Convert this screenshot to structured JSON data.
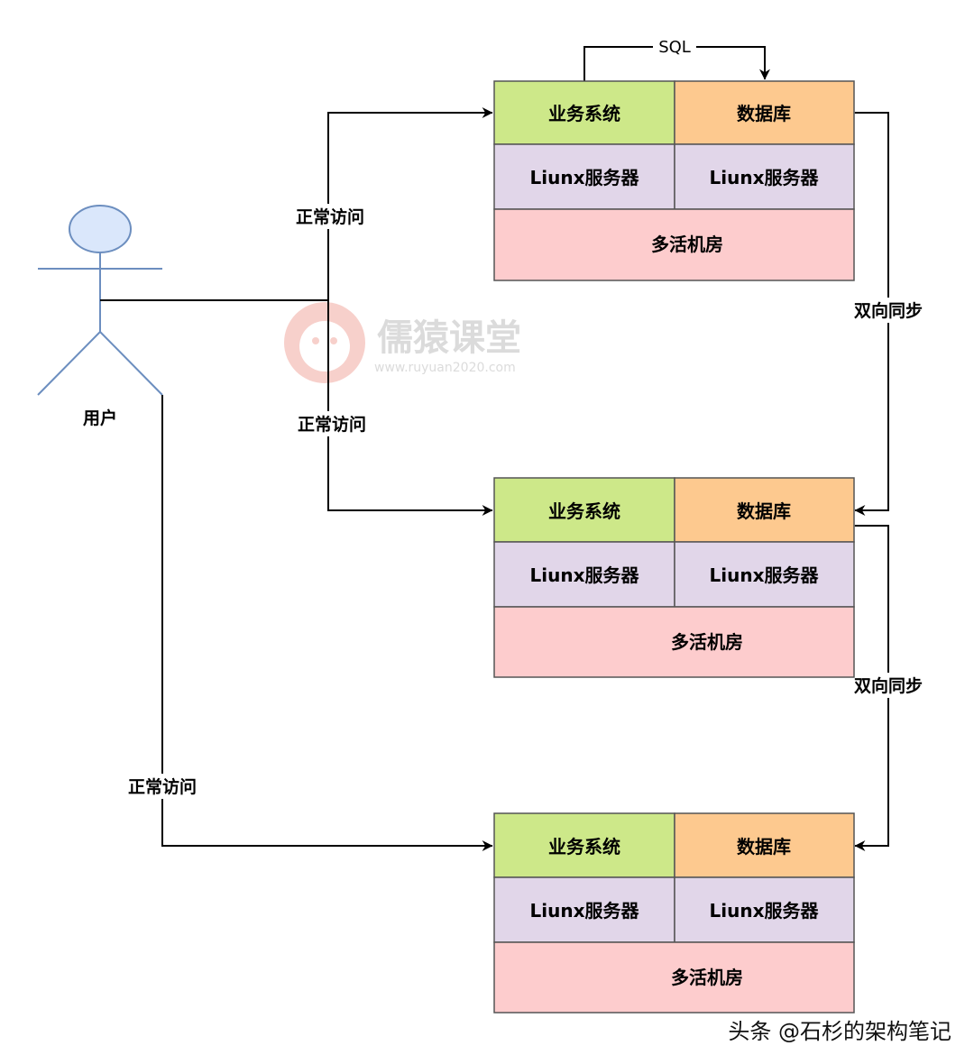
{
  "user": {
    "label": "用户"
  },
  "datacenters": [
    {
      "app": "业务系统",
      "db": "数据库",
      "server_left": "Liunx服务器",
      "server_right": "Liunx服务器",
      "room": "多活机房"
    },
    {
      "app": "业务系统",
      "db": "数据库",
      "server_left": "Liunx服务器",
      "server_right": "Liunx服务器",
      "room": "多活机房"
    },
    {
      "app": "业务系统",
      "db": "数据库",
      "server_left": "Liunx服务器",
      "server_right": "Liunx服务器",
      "room": "多活机房"
    }
  ],
  "edges": {
    "sql": "SQL",
    "access_1": "正常访问",
    "access_2": "正常访问",
    "access_3": "正常访问",
    "sync_1": "双向同步",
    "sync_2": "双向同步"
  },
  "watermark": {
    "name": "儒猿课堂",
    "url": "www.ruyuan2020.com"
  },
  "footer": {
    "credit": "头条 @石杉的架构笔记"
  },
  "colors": {
    "app_fill": "#cde889",
    "db_fill": "#fdc98f",
    "server_fill": "#e1d6e9",
    "room_fill": "#fdcccd",
    "user_fill": "#dae7fb",
    "user_stroke": "#6c8ebf",
    "watermark": "#e97a6c"
  }
}
